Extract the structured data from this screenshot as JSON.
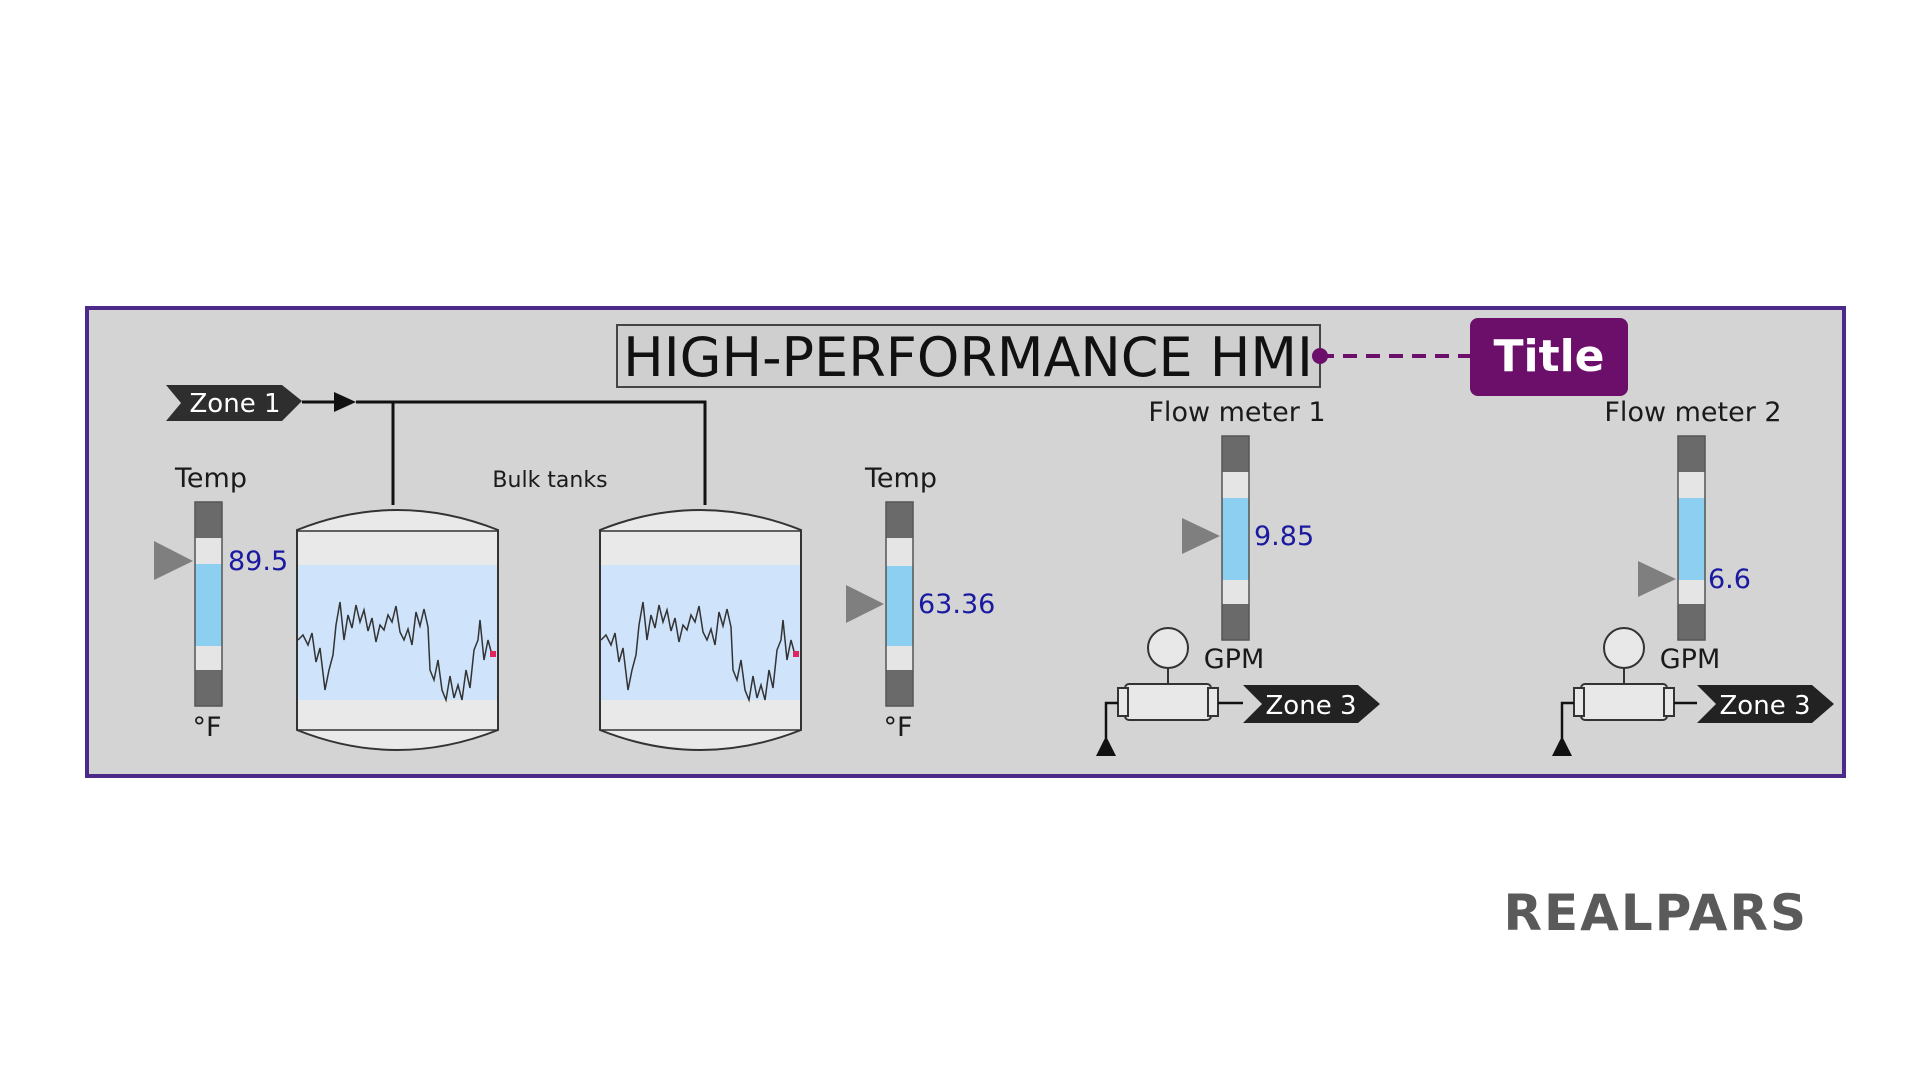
{
  "title": "HIGH-PERFORMANCE HMI",
  "callout": "Title",
  "zone_in": "Zone 1",
  "bulk_tanks_label": "Bulk tanks",
  "temp1": {
    "label": "Temp",
    "value": "89.5",
    "unit": "°F"
  },
  "temp2": {
    "label": "Temp",
    "value": "63.36",
    "unit": "°F"
  },
  "flow1": {
    "label": "Flow meter 1",
    "value": "9.85",
    "unit": "GPM",
    "zone": "Zone 3"
  },
  "flow2": {
    "label": "Flow meter 2",
    "value": "6.6",
    "unit": "GPM",
    "zone": "Zone 3"
  },
  "brand": "REALPARS",
  "colors": {
    "frame_border": "#4b2a8a",
    "panel_bg": "#d4d4d4",
    "callout_bg": "#6b0f6b",
    "value_text": "#1a1aa0",
    "bar_fill": "#8ccff0",
    "tank_band": "#cfe3fb",
    "zone_tag": "#222222"
  }
}
